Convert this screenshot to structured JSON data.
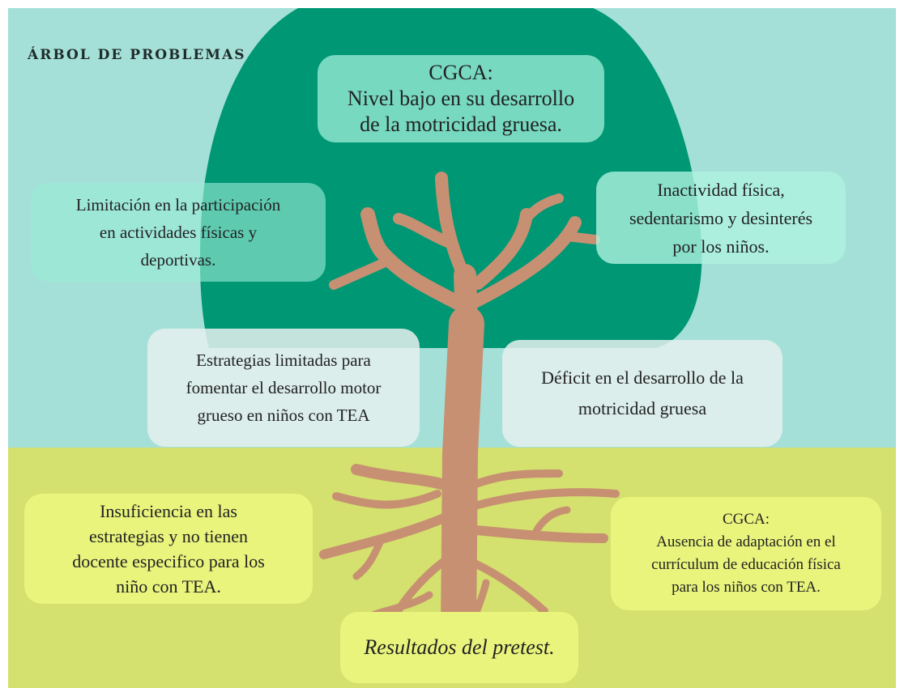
{
  "title": "ÁRBOL DE PROBLEMAS",
  "colors": {
    "sky": "#a5e0d8",
    "ground": "#d4e16e",
    "canopy": "#009774",
    "trunk": "#c79072",
    "root_box": "#e8f47c"
  },
  "problems": {
    "effects": {
      "gross_motor_level": "CGCA:\nNivel bajo en su desarrollo\nde la motricidad gruesa.",
      "participation_limit": "Limitación en la participación\nen actividades físicas y\ndeportivas.",
      "inactivity": "Inactividad física,\nsedentarismo y desinterés\npor los niños."
    },
    "core": {
      "limited_strategies": "Estrategias limitadas para\nfomentar el desarrollo motor\ngrueso en niños con TEA",
      "motor_deficit": "Déficit en el desarrollo de la\nmotricidad gruesa"
    },
    "causes": {
      "insufficient_strategies": "Insuficiencia en las\nestrategias y no tienen\ndocente especifico para los\nniño con TEA.",
      "no_curriculum_adaptation": "CGCA:\nAusencia de adaptación en el\ncurrículum de educación física\npara los niños con TEA.",
      "pretest": "Resultados del pretest."
    }
  }
}
